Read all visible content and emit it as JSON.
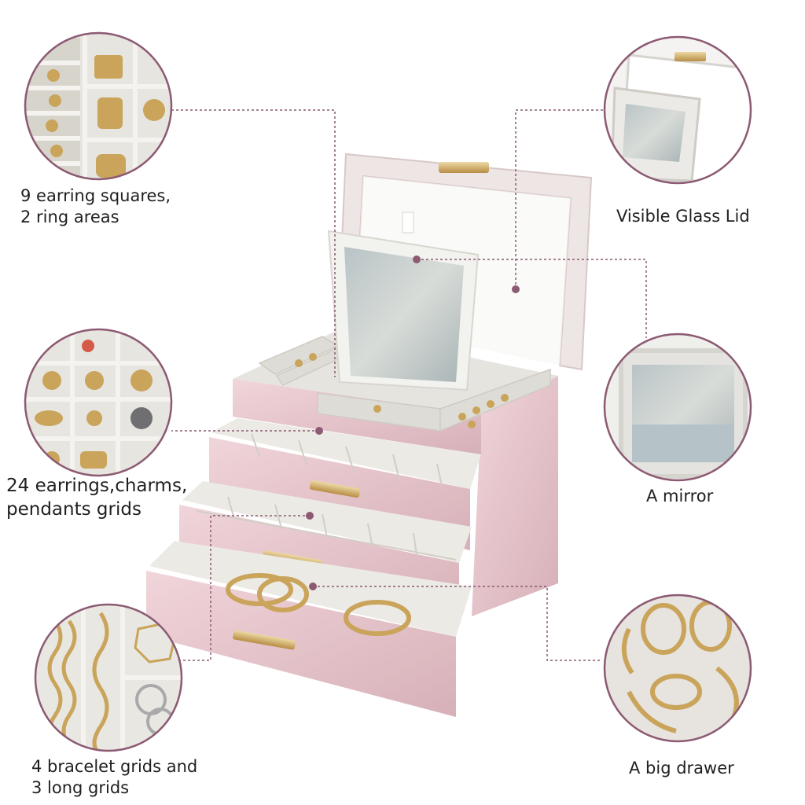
{
  "callouts": {
    "earring_squares": "9 earring squares,\n 2 ring areas",
    "grids": "24 earrings,charms,\npendants grids",
    "bracelet": "4 bracelet grids and\n3 long grids",
    "glass_lid": "Visible Glass Lid",
    "mirror": "A mirror",
    "big_drawer": "A big drawer"
  },
  "colors": {
    "case_pink": "#e8c9cf",
    "case_pink_dark": "#d9b3ba",
    "lining": "#ecebe6",
    "gold": "#c9a45a",
    "circle_border": "#8c5a73",
    "leader_line": "#8c5a73"
  }
}
